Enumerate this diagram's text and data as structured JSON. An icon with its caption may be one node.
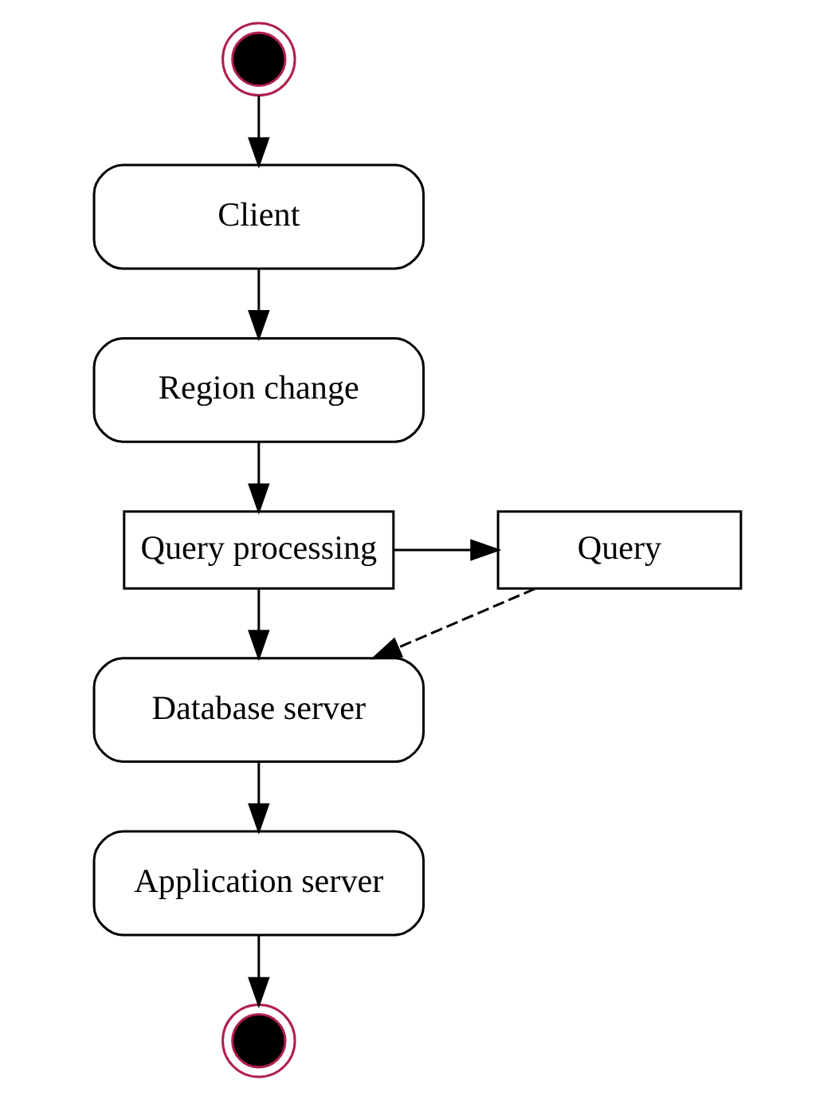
{
  "diagram": {
    "nodes": [
      {
        "text": [],
        "shape": "circle"
      },
      {
        "text": [
          "Client"
        ]
      },
      {
        "text": [
          "Region change"
        ]
      },
      {
        "text": [
          "Query processing"
        ]
      },
      {
        "text": [
          "Query"
        ]
      },
      {
        "text": [
          "Database server"
        ]
      },
      {
        "text": [
          "Application server"
        ]
      },
      {
        "text": [],
        "shape": "circle"
      }
    ],
    "edges": [
      {
        "from": 0,
        "to": 1,
        "arrow": "to"
      },
      {
        "from": 1,
        "to": 2,
        "arrow": "to"
      },
      {
        "from": 2,
        "to": 3,
        "arrow": "to"
      },
      {
        "from": 3,
        "to": 4,
        "arrow": "to"
      },
      {
        "from": 3,
        "to": 5,
        "arrow": "to"
      },
      {
        "from": 4,
        "to": 5,
        "arrow": "to",
        "style": "dashed"
      },
      {
        "from": 5,
        "to": 6,
        "arrow": "to"
      },
      {
        "from": 6,
        "to": 7,
        "arrow": "to"
      }
    ]
  }
}
